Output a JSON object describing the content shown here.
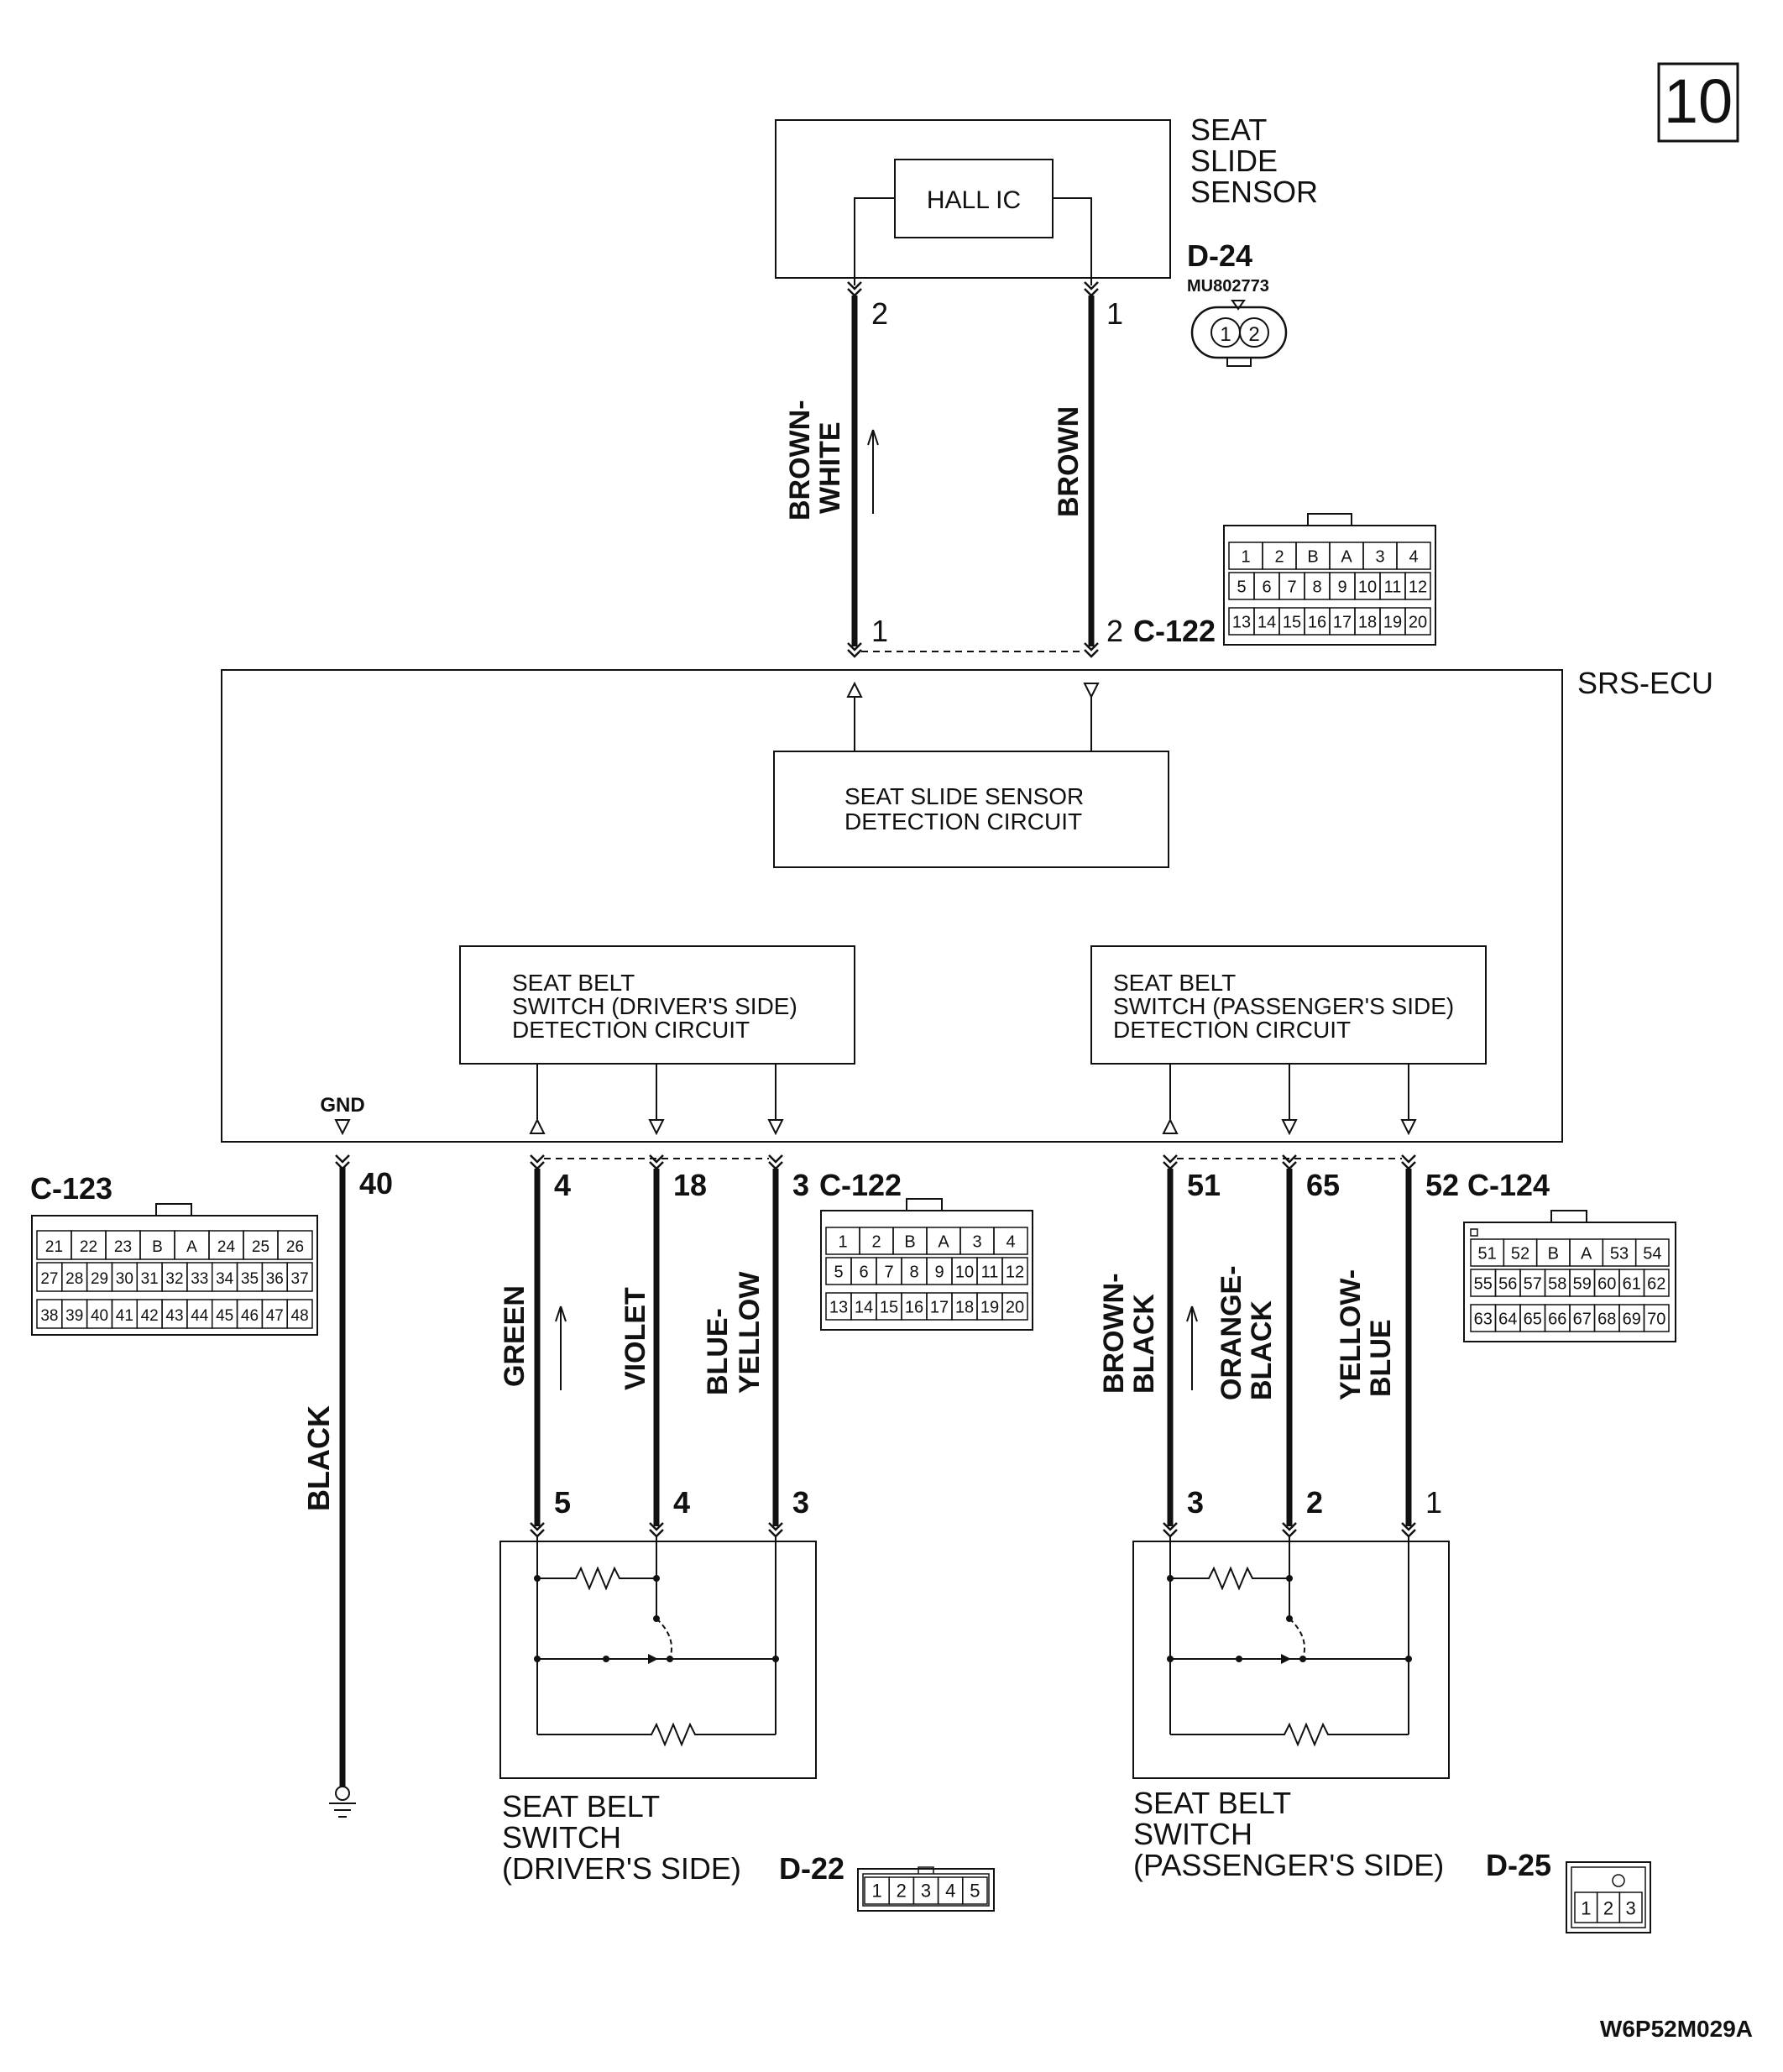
{
  "page_number": "10",
  "figure_id": "W6P52M029A",
  "seat_slide_sensor": {
    "title_lines": [
      "SEAT",
      "SLIDE",
      "SENSOR"
    ],
    "inner": "HALL IC",
    "connector": "D-24",
    "part_number": "MU802773",
    "pin_left": "2",
    "pin_right": "1",
    "face_pins": [
      "1",
      "2"
    ]
  },
  "wires_top": {
    "left_color_lines": [
      "BROWN-",
      "WHITE"
    ],
    "right_color": "BROWN"
  },
  "c122_top": {
    "pin_left": "1",
    "pin_right": "2",
    "name": "C-122"
  },
  "srs_ecu": {
    "label": "SRS-ECU",
    "slide_circuit_lines": [
      "SEAT SLIDE SENSOR",
      "DETECTION CIRCUIT"
    ],
    "driver_circuit_lines": [
      "SEAT BELT",
      "SWITCH (DRIVER'S SIDE)",
      "DETECTION CIRCUIT"
    ],
    "passenger_circuit_lines": [
      "SEAT BELT",
      "SWITCH (PASSENGER'S SIDE)",
      "DETECTION CIRCUIT"
    ],
    "gnd": "GND"
  },
  "ground_wire": {
    "connector": "C-123",
    "pin": "40",
    "color": "BLACK"
  },
  "driver_wires": {
    "ecu_pins": [
      "4",
      "18",
      "3"
    ],
    "connector": "C-122",
    "colors": [
      "GREEN",
      "VIOLET"
    ],
    "blue_yellow_lines": [
      "BLUE-",
      "YELLOW"
    ],
    "switch_pins": [
      "5",
      "4",
      "3"
    ]
  },
  "passenger_wires": {
    "ecu_pins": [
      "51",
      "65",
      "52"
    ],
    "connector": "C-124",
    "brown_black_lines": [
      "BROWN-",
      "BLACK"
    ],
    "orange_black_lines": [
      "ORANGE-",
      "BLACK"
    ],
    "yellow_blue_lines": [
      "YELLOW-",
      "BLUE"
    ],
    "switch_pins": [
      "3",
      "2",
      "1"
    ]
  },
  "driver_switch": {
    "title_lines": [
      "SEAT BELT",
      "SWITCH",
      "(DRIVER'S SIDE)"
    ],
    "connector": "D-22",
    "face_pins": [
      "1",
      "2",
      "3",
      "4",
      "5"
    ]
  },
  "passenger_switch": {
    "title_lines": [
      "SEAT BELT",
      "SWITCH",
      "(PASSENGER'S SIDE)"
    ],
    "connector": "D-25",
    "face_pins": [
      "1",
      "2",
      "3"
    ]
  },
  "c122_face": {
    "row1": [
      "1",
      "2",
      "B",
      "A",
      "3",
      "4"
    ],
    "row2": [
      "5",
      "6",
      "7",
      "8",
      "9",
      "10",
      "11",
      "12"
    ],
    "row3": [
      "13",
      "14",
      "15",
      "16",
      "17",
      "18",
      "19",
      "20"
    ]
  },
  "c123_face": {
    "row1": [
      "21",
      "22",
      "23",
      "B",
      "A",
      "24",
      "25",
      "26"
    ],
    "row2": [
      "27",
      "28",
      "29",
      "30",
      "31",
      "32",
      "33",
      "34",
      "35",
      "36",
      "37"
    ],
    "row3": [
      "38",
      "39",
      "40",
      "41",
      "42",
      "43",
      "44",
      "45",
      "46",
      "47",
      "48"
    ]
  },
  "c124_face": {
    "row1": [
      "51",
      "52",
      "B",
      "A",
      "53",
      "54"
    ],
    "row2": [
      "55",
      "56",
      "57",
      "58",
      "59",
      "60",
      "61",
      "62"
    ],
    "row3": [
      "63",
      "64",
      "65",
      "66",
      "67",
      "68",
      "69",
      "70"
    ]
  }
}
